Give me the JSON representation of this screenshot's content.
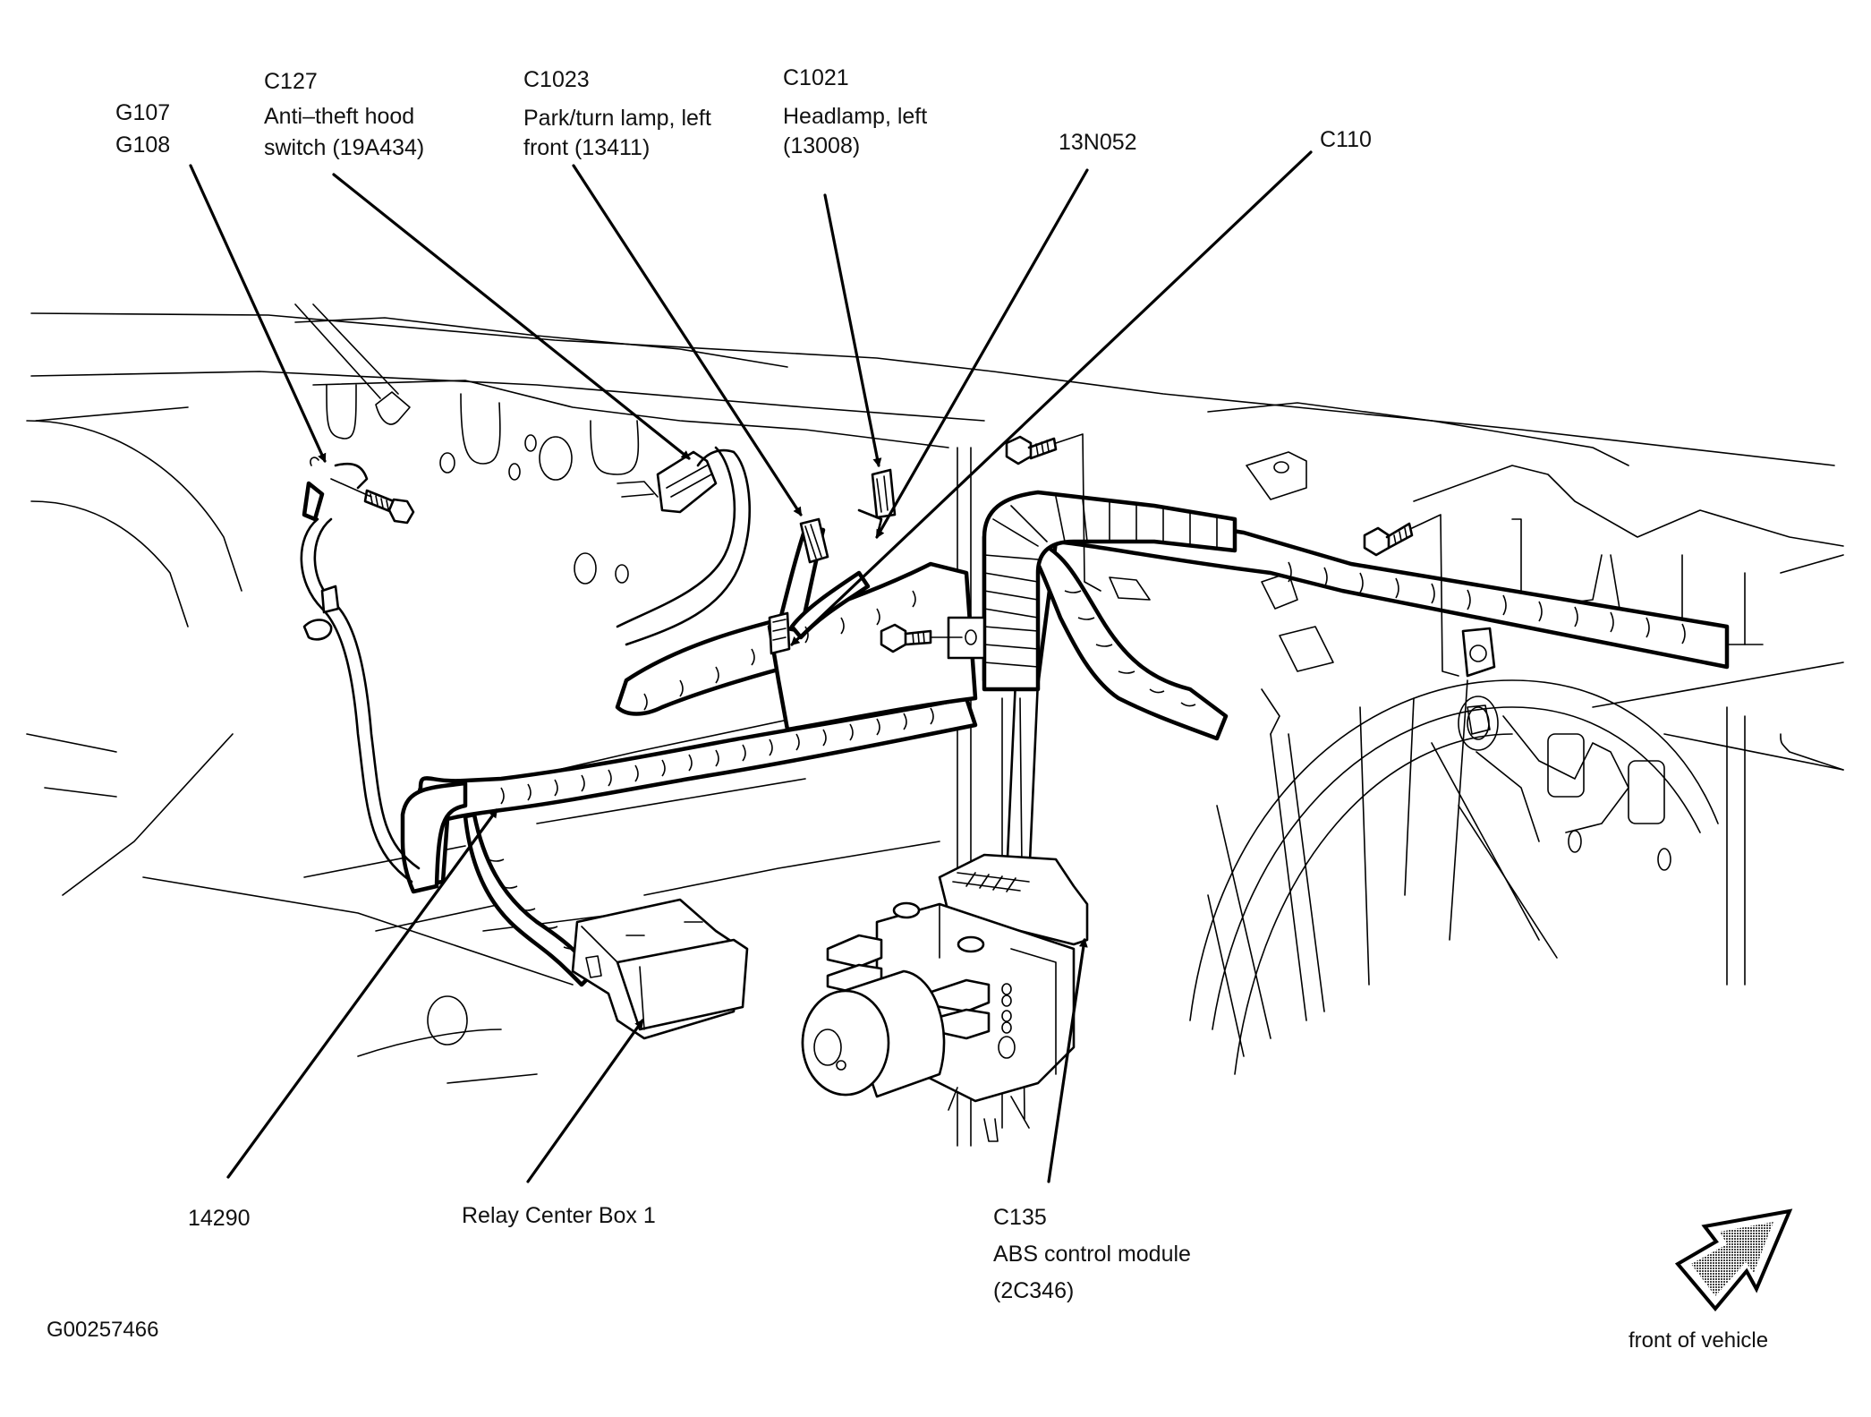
{
  "diagram": {
    "type": "component-location",
    "figure_id": "G00257466",
    "orientation": {
      "icon": "front-of-vehicle-arrow-icon",
      "label": "front of vehicle"
    },
    "callouts_top": [
      {
        "id": "g107-g108",
        "lines": [
          "G107",
          "G108"
        ]
      },
      {
        "id": "c127",
        "lines": [
          "C127",
          "Anti–theft hood",
          "switch (19A434)"
        ]
      },
      {
        "id": "c1023",
        "lines": [
          "C1023",
          "Park/turn lamp, left",
          "front (13411)"
        ]
      },
      {
        "id": "c1021",
        "lines": [
          "C1021",
          "Headlamp, left",
          "(13008)"
        ]
      },
      {
        "id": "13n052",
        "lines": [
          "13N052"
        ]
      },
      {
        "id": "c110",
        "lines": [
          "C110"
        ]
      }
    ],
    "callouts_bottom": [
      {
        "id": "14290",
        "lines": [
          "14290"
        ]
      },
      {
        "id": "relay-center-box-1",
        "lines": [
          "Relay Center Box 1"
        ]
      },
      {
        "id": "c135",
        "lines": [
          "C135",
          "ABS control module",
          "(2C346)"
        ]
      }
    ],
    "components": [
      "radiator-support",
      "wiring-harness-14290",
      "ground-bolt-g107-g108",
      "anti-theft-hood-switch",
      "park-turn-lamp-connector",
      "headlamp-connector",
      "harness-clip-13n052",
      "connector-c110",
      "relay-center-box",
      "abs-control-module",
      "cooling-fan",
      "mounting-bolts"
    ]
  }
}
